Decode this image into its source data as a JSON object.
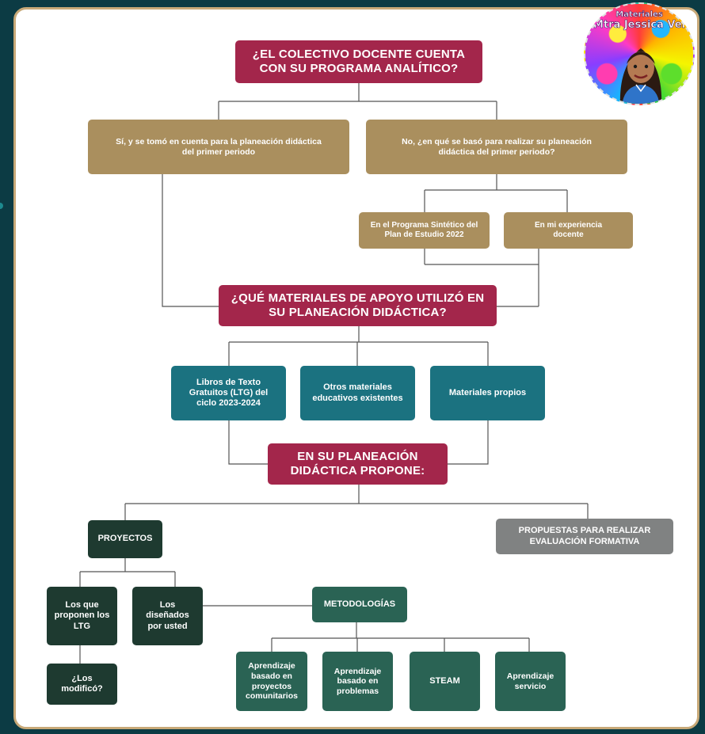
{
  "badge": {
    "line1": "Materiales",
    "line2": "Mtra Jessica Vel"
  },
  "nodes": {
    "q1": "¿EL COLECTIVO DOCENTE CUENTA CON SU PROGRAMA ANALÍTICO?",
    "yes": "Sí, y se tomó en cuenta para la planeación didáctica del primer periodo",
    "no": "No, ¿en qué se basó para realizar su planeación didáctica del primer periodo?",
    "sintetico": "En el Programa Sintético del Plan de Estudio 2022",
    "experiencia": "En mi experiencia docente",
    "q2": "¿QUÉ MATERIALES DE APOYO UTILIZÓ EN SU PLANEACIÓN DIDÁCTICA?",
    "ltg": "Libros de Texto Gratuitos (LTG) del ciclo 2023-2024",
    "otros": "Otros materiales educativos existentes",
    "propios": "Materiales propios",
    "q3": "EN SU PLANEACIÓN DIDÁCTICA PROPONE:",
    "proyectos": "PROYECTOS",
    "propuestas": "PROPUESTAS PARA REALIZAR EVALUACIÓN FORMATIVA",
    "ltg_proponen": "Los que proponen los LTG",
    "disenados": "Los diseñados por usted",
    "modifico": "¿Los modificó?",
    "metodologias": "METODOLOGÍAS",
    "aprendizaje_proyectos": "Aprendizaje basado en proyectos comunitarios",
    "aprendizaje_problemas": "Aprendizaje basado en problemas",
    "steam": "STEAM",
    "aprendizaje_servicio": "Aprendizaje servicio"
  },
  "colors": {
    "question": "#a3264b",
    "gold": "#aa8f5e",
    "teal": "#1b7280",
    "dark_green": "#1e3a30",
    "grey": "#808282",
    "green": "#2a6354",
    "connector": "#555555"
  }
}
